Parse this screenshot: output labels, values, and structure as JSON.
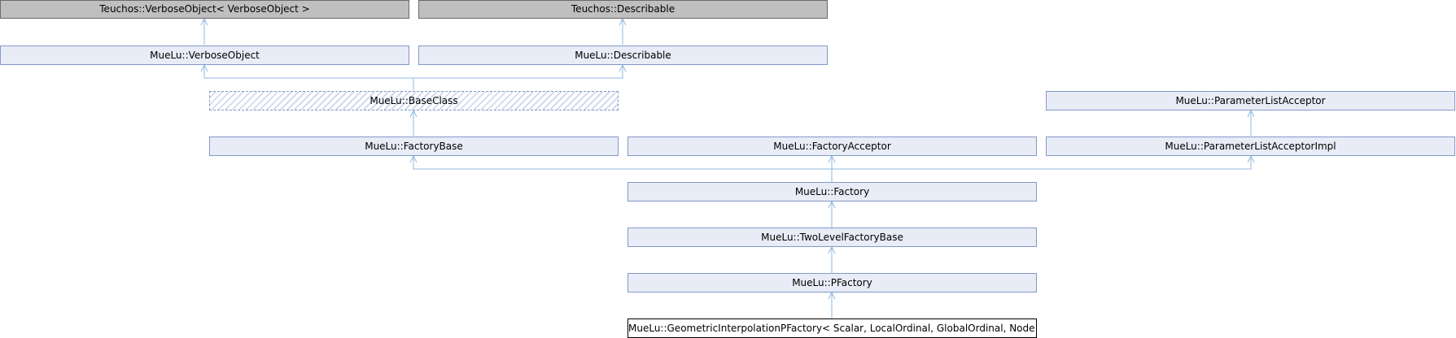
{
  "diagram": {
    "nodes": {
      "teuchos_verbose_object": "Teuchos::VerboseObject< VerboseObject >",
      "teuchos_describable": "Teuchos::Describable",
      "muelu_verbose_object": "MueLu::VerboseObject",
      "muelu_describable": "MueLu::Describable",
      "muelu_base_class": "MueLu::BaseClass",
      "muelu_parameter_list_acceptor": "MueLu::ParameterListAcceptor",
      "muelu_factory_base": "MueLu::FactoryBase",
      "muelu_factory_acceptor": "MueLu::FactoryAcceptor",
      "muelu_parameter_list_acceptor_impl": "MueLu::ParameterListAcceptorImpl",
      "muelu_factory": "MueLu::Factory",
      "muelu_two_level_factory_base": "MueLu::TwoLevelFactoryBase",
      "muelu_pfactory": "MueLu::PFactory",
      "muelu_geometric_interpolation_pfactory": "MueLu::GeometricInterpolationPFactory< Scalar, LocalOrdinal, GlobalOrdinal, Node >"
    },
    "colors": {
      "node_fill": "#e8ecf6",
      "node_border": "#8498c8",
      "external_fill": "#bfbfbf",
      "edge": "#8fb8e0"
    }
  }
}
